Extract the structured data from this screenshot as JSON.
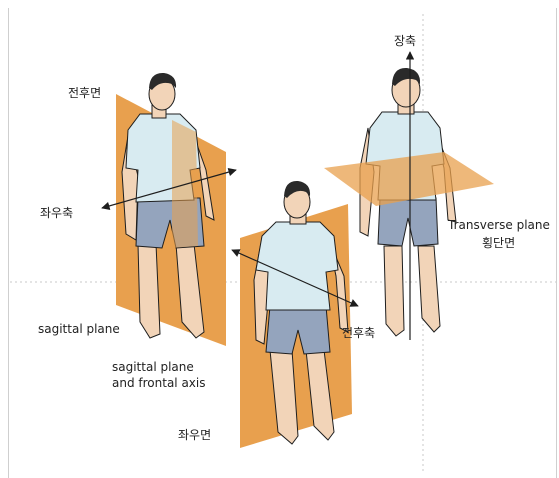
{
  "colors": {
    "plane": "#e8a04e",
    "shirt": "#d8ebf1",
    "shorts": "#94a4bd",
    "skin": "#f2d4b8",
    "hair": "#2a2a2a",
    "outline": "#1e1e1e",
    "guide": "#bdbdbd"
  },
  "labels": {
    "sagittal_top": "전후면",
    "lateral_axis": "좌우축",
    "sagittal_plane": "sagittal plane",
    "sagittal_plane_frontal_axis_line1": "sagittal plane",
    "sagittal_plane_frontal_axis_line2": "and frontal axis",
    "frontal_plane": "좌우면",
    "anteroposterior_axis": "전후축",
    "longitudinal_axis": "장축",
    "transverse_plane_en": "Transverse plane",
    "transverse_plane_ko": "횡단면"
  }
}
